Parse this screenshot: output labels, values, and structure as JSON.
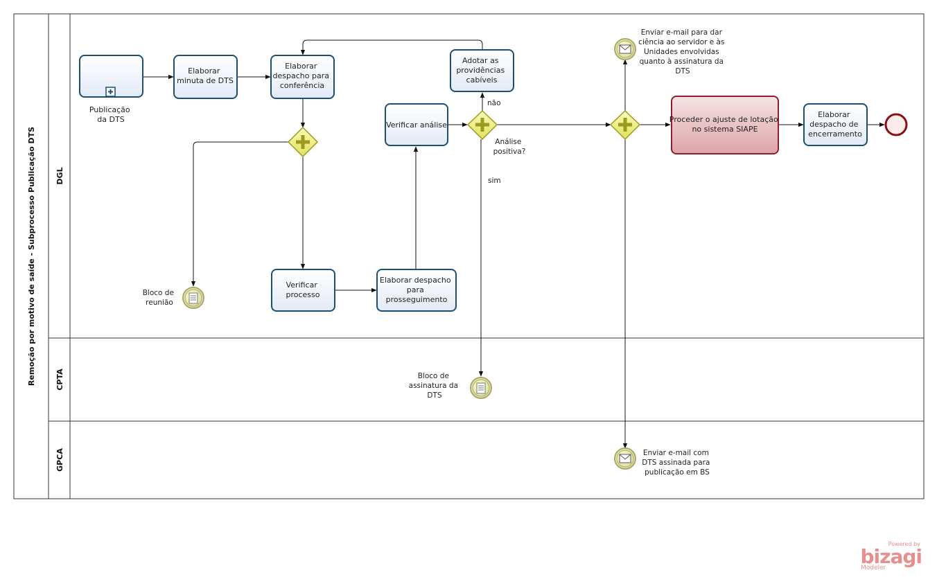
{
  "pool": {
    "title": "Remoção por motivo de saíde - Subprocesso Publicação DTS"
  },
  "lanes": {
    "dgl": "DGL",
    "cpta": "CPTA",
    "gpca": "GPCA"
  },
  "tasks": {
    "publicacao": [
      "Publicação",
      "da DTS"
    ],
    "elaborar_minuta": [
      "Elaborar",
      "minuta de DTS"
    ],
    "elaborar_conferencia": [
      "Elaborar",
      "despacho para",
      "conferência"
    ],
    "adotar": [
      "Adotar as",
      "providências",
      "cabíveis"
    ],
    "verificar_analise": [
      "Verificar análise"
    ],
    "verificar_processo": [
      "Verificar",
      "processo"
    ],
    "elaborar_prosseguimento": [
      "Elaborar despacho",
      "para",
      "prosseguimento"
    ],
    "proceder": [
      "Proceder o ajuste de lotação",
      "no sistema SIAPE"
    ],
    "elaborar_encerramento": [
      "Elaborar",
      "despacho de",
      "encerramento"
    ]
  },
  "events": {
    "bloco_reuniao": [
      "Bloco de",
      "reunião"
    ],
    "bloco_assinatura": [
      "Bloco de",
      "assinatura da",
      "DTS"
    ],
    "email_ciencia": [
      "Enviar e-mail para dar",
      "ciência ao servidor e às",
      "Unidades envolvidas",
      "quanto à assinatura da",
      "DTS"
    ],
    "email_publicacao": [
      "Enviar e-mail com",
      "DTS assinada para",
      "publicação em BS"
    ]
  },
  "flows": {
    "nao": "não",
    "sim": "sim",
    "analise_positiva": [
      "Análise",
      "positiva?"
    ]
  },
  "branding": {
    "powered": "Powered by",
    "brand": "bizagi",
    "product": "Modeler"
  },
  "colors": {
    "task_stroke": "#1b4f72",
    "task_fill": "#eef3fb",
    "highlight_fill": "#e9c3c6",
    "highlight_stroke": "#8b1e2b",
    "gateway_fill": "#eef07a",
    "gateway_stroke": "#9a9a1f",
    "end_stroke": "#8b0d17"
  }
}
